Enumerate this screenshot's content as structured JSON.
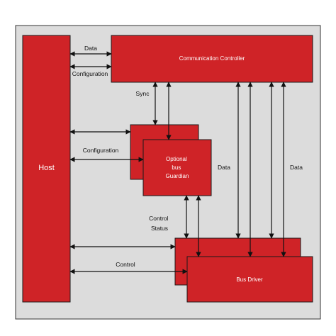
{
  "blocks": {
    "host": "Host",
    "comm_controller": "Communication Controller",
    "guardian_line1": "Optional",
    "guardian_line2": "bus",
    "guardian_line3": "Guardian",
    "bus_driver": "Bus Driver"
  },
  "labels": {
    "data_host": "Data",
    "configuration_cc": "Configuration",
    "sync": "Sync",
    "configuration_bg": "Configuration",
    "data_left": "Data",
    "data_right": "Data",
    "control_status_line1": "Control",
    "control_status_line2": "Status",
    "control": "Control"
  },
  "colors": {
    "block_fill": "#cf2327",
    "panel_fill": "#dcdcdc",
    "line": "#111111"
  }
}
